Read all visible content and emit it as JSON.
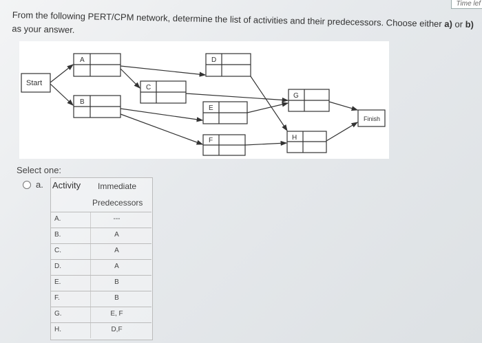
{
  "header": {
    "time_left": "Time lef"
  },
  "question": {
    "text_1": "From the following PERT/CPM network, determine the list of activities and their predecessors. Choose either ",
    "opt_a": "a)",
    "or": " or ",
    "opt_b": "b)",
    "text_2": " as your answer."
  },
  "network": {
    "start_label": "Start",
    "finish_label": "Finish",
    "nodes": [
      "A",
      "B",
      "C",
      "D",
      "E",
      "F",
      "G",
      "H"
    ]
  },
  "answer": {
    "select_one": "Select one:",
    "option_a_label": "a.",
    "col_activity": "Activity",
    "col_pred_1": "Immediate",
    "col_pred_2": "Predecessors",
    "rows": [
      {
        "activity": "A.",
        "pred": "---"
      },
      {
        "activity": "B.",
        "pred": "A"
      },
      {
        "activity": "C.",
        "pred": "A"
      },
      {
        "activity": "D.",
        "pred": "A"
      },
      {
        "activity": "E.",
        "pred": "B"
      },
      {
        "activity": "F.",
        "pred": "B"
      },
      {
        "activity": "G.",
        "pred": "E, F"
      },
      {
        "activity": "H.",
        "pred": "D,F"
      }
    ]
  },
  "colors": {
    "panel": "#ffffff",
    "line": "#333333",
    "text": "#333333"
  }
}
